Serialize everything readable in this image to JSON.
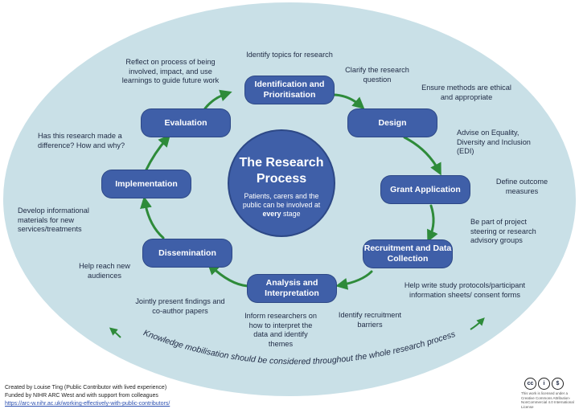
{
  "center": {
    "title_line1": "The Research",
    "title_line2": "Process",
    "subtitle_pre": "Patients, carers and the public can be involved at ",
    "subtitle_bold": "every",
    "subtitle_post": " stage"
  },
  "stages": {
    "identification": "Identification and Prioritisation",
    "design": "Design",
    "grant": "Grant Application",
    "recruitment": "Recruitment and Data Collection",
    "analysis": "Analysis and Interpretation",
    "dissemination": "Dissemination",
    "implementation": "Implementation",
    "evaluation": "Evaluation"
  },
  "notes": {
    "identify_topics": "Identify topics for research",
    "clarify": "Clarify the research question",
    "ensure_methods": "Ensure methods are ethical and appropriate",
    "advise_edi": "Advise on Equality, Diversity and Inclusion (EDI)",
    "define_outcome": "Define outcome measures",
    "steering": "Be part of project steering or research advisory groups",
    "protocols": "Help write study protocols/participant information sheets/ consent forms",
    "barriers": "Identify recruitment barriers",
    "inform": "Inform researchers on how to interpret the data and identify themes",
    "jointly": "Jointly present findings and co-author papers",
    "reach": "Help reach new audiences",
    "develop": "Develop informational materials for new services/treatments",
    "difference": "Has this research made a difference? How and why?",
    "reflect": "Reflect on process of being involved, impact, and use learnings to guide future work"
  },
  "knowledge_text": "Knowledge mobilisation should be considered throughout the whole research process",
  "footer": {
    "line1": "Created by Louise Ting (Public Contributor with lived experience)",
    "line2": "Funded by NIHR ARC West and with support from colleagues",
    "line3": "https://arc-w.nihr.ac.uk/working-effectively-with-public-contributors/"
  },
  "license": {
    "icon1": "cc",
    "icon2": "i",
    "icon3": "$",
    "text": "This work is licensed under a Creative Commons Attribution-NonCommercial 4.0 International License"
  },
  "colors": {
    "background_oval": "#c9e0e7",
    "stage_fill": "#3f5fa8",
    "arrow_green": "#2e8b3a"
  }
}
